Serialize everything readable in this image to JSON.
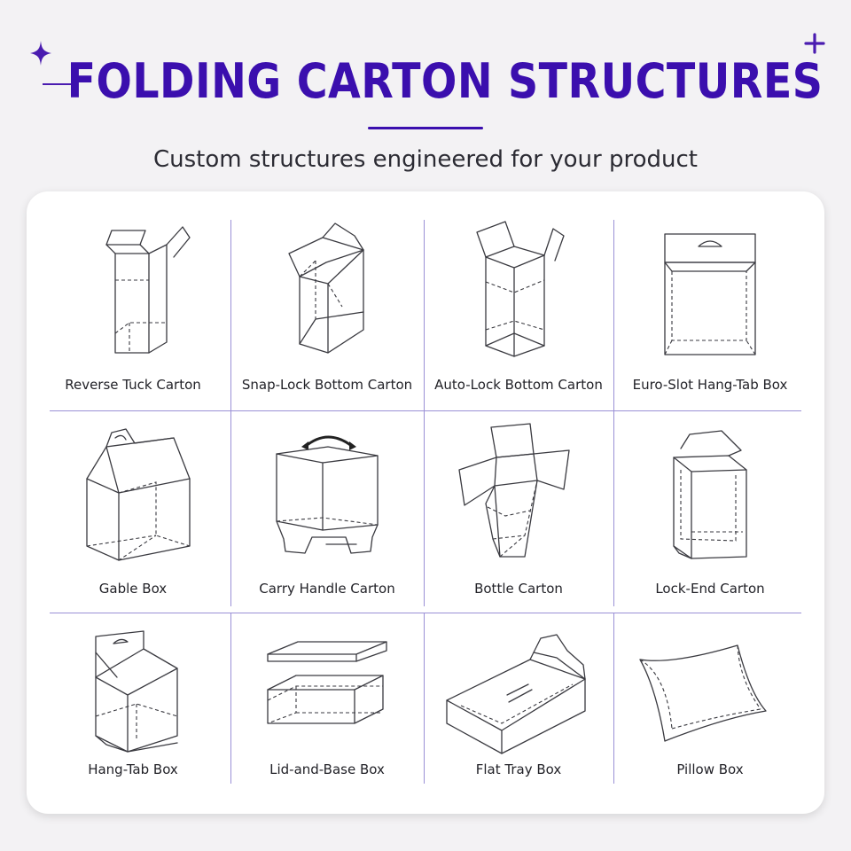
{
  "header": {
    "title": "FOLDING CARTON STRUCTURES",
    "subtitle": "Custom structures engineered for your product"
  },
  "cartons": [
    {
      "label": "Reverse Tuck Carton",
      "icon": "reverse-tuck-carton-drawing"
    },
    {
      "label": "Snap-Lock Bottom Carton",
      "icon": "snap-lock-bottom-carton-drawing"
    },
    {
      "label": "Auto-Lock Bottom Carton",
      "icon": "auto-lock-bottom-carton-drawing"
    },
    {
      "label": "Euro-Slot Hang-Tab Box",
      "icon": "euro-slot-hang-tab-box-drawing"
    },
    {
      "label": "Gable Box",
      "icon": "gable-box-drawing"
    },
    {
      "label": "Carry Handle Carton",
      "icon": "carry-handle-carton-drawing"
    },
    {
      "label": "Bottle Carton",
      "icon": "bottle-carton-drawing"
    },
    {
      "label": "Lock-End Carton",
      "icon": "lock-end-carton-drawing"
    },
    {
      "label": "Hang-Tab Box",
      "icon": "hang-tab-box-drawing"
    },
    {
      "label": "Lid-and-Base Box",
      "icon": "lid-and-base-box-drawing"
    },
    {
      "label": "Flat Tray Box",
      "icon": "flat-tray-box-drawing"
    },
    {
      "label": "Pillow Box",
      "icon": "pillow-box-drawing"
    }
  ],
  "colors": {
    "accent": "#3b0fae",
    "divider": "#9a90d6",
    "background": "#f3f2f4",
    "card": "#ffffff"
  }
}
